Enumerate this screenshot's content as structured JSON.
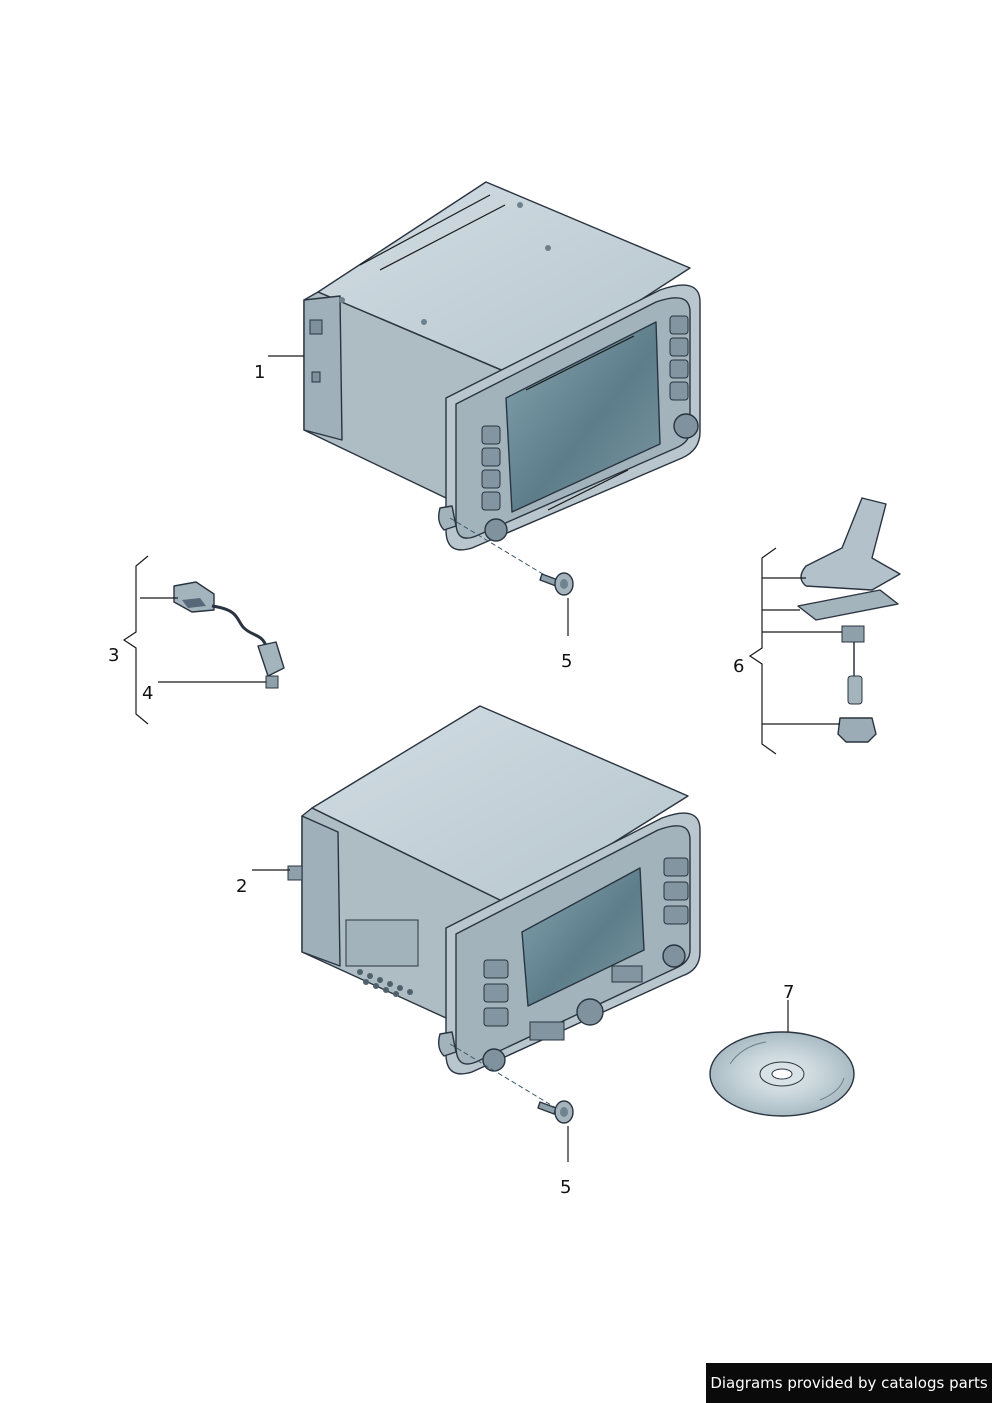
{
  "callouts": {
    "c1": "1",
    "c2": "2",
    "c3": "3",
    "c4": "4",
    "c5a": "5",
    "c5b": "5",
    "c6": "6",
    "c7": "7"
  },
  "footer": {
    "text": "Diagrams provided by catalogs parts"
  },
  "colors": {
    "housing_top": "#c6d3da",
    "housing_side": "#a9b8c1",
    "housing_front": "#93a4af",
    "bezel": "#b9c6ce",
    "screen": "#5f7f8c",
    "outline": "#2a3440"
  }
}
